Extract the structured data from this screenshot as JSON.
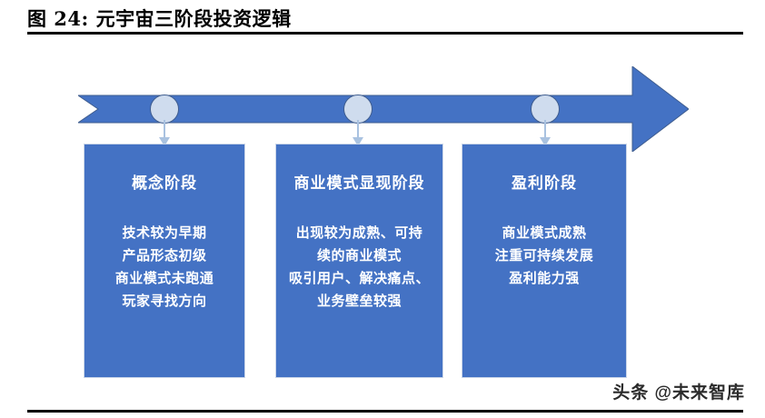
{
  "figure": {
    "caption": "图 24: 元宇宙三阶段投资逻辑",
    "watermark": "头条 @未来智库"
  },
  "colors": {
    "arrow_blue": "#4472C4",
    "arrow_stroke": "#3F5D8F",
    "circle_fill": "#CFDCEE",
    "box_fill": "#4472C4",
    "box_border": "#CBD6E8",
    "connector": "#A9C2E0",
    "rule": "#000000",
    "text_on_box": "#FFFFFF"
  },
  "chart_data": {
    "type": "diagram",
    "title": "图 24: 元宇宙三阶段投资逻辑",
    "layout": "horizontal timeline arrow with three milestone nodes, each dropping to a stage card",
    "stages": [
      {
        "node_label": "",
        "title": "概念阶段",
        "lines": [
          "技术较为早期",
          "产品形态初级",
          "商业模式未跑通",
          "玩家寻找方向"
        ]
      },
      {
        "node_label": "",
        "title": "商业模式显现阶段",
        "lines": [
          "出现较为成熟、可持",
          "续的商业模式",
          "吸引用户、解决痛点、",
          "业务壁垒较强"
        ]
      },
      {
        "node_label": "",
        "title": "盈利阶段",
        "lines": [
          "商业模式成熟",
          "注重可持续发展",
          "盈利能力强"
        ]
      }
    ]
  },
  "icons": {
    "timeline_arrow": "right-arrow-icon",
    "node": "milestone-circle-icon",
    "connector": "down-arrow-icon"
  }
}
